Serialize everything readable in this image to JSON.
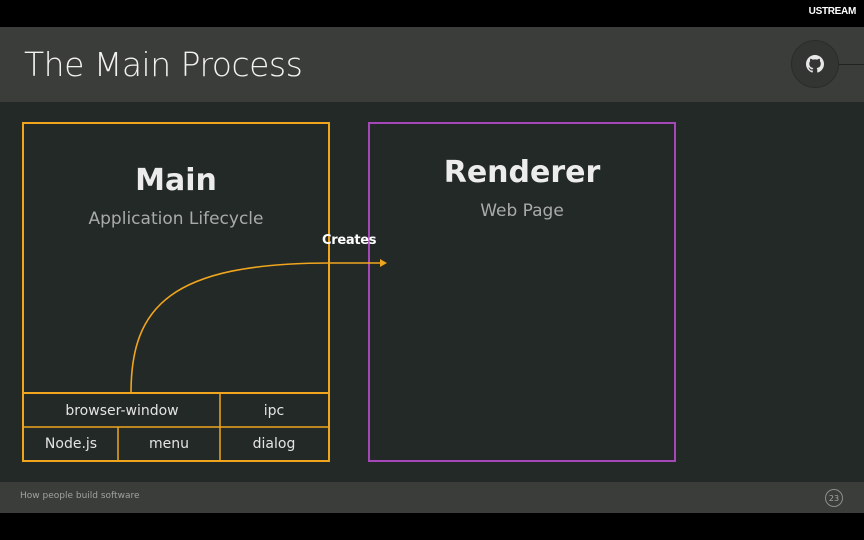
{
  "broadcast": {
    "logo": "USTREAM"
  },
  "slide": {
    "title": "The Main Process",
    "header_icon": "github-icon",
    "main": {
      "title": "Main",
      "subtitle": "Application Lifecycle",
      "modules": [
        "browser-window",
        "ipc",
        "Node.js",
        "menu",
        "dialog"
      ]
    },
    "renderer": {
      "title": "Renderer",
      "subtitle": "Web Page"
    },
    "arrow_label": "Creates",
    "footer": {
      "text": "How people build software",
      "page": "23"
    },
    "colors": {
      "main_border": "#f0a51e",
      "renderer_border": "#a547b8",
      "background": "#232927",
      "header": "#3b3d3a"
    }
  }
}
